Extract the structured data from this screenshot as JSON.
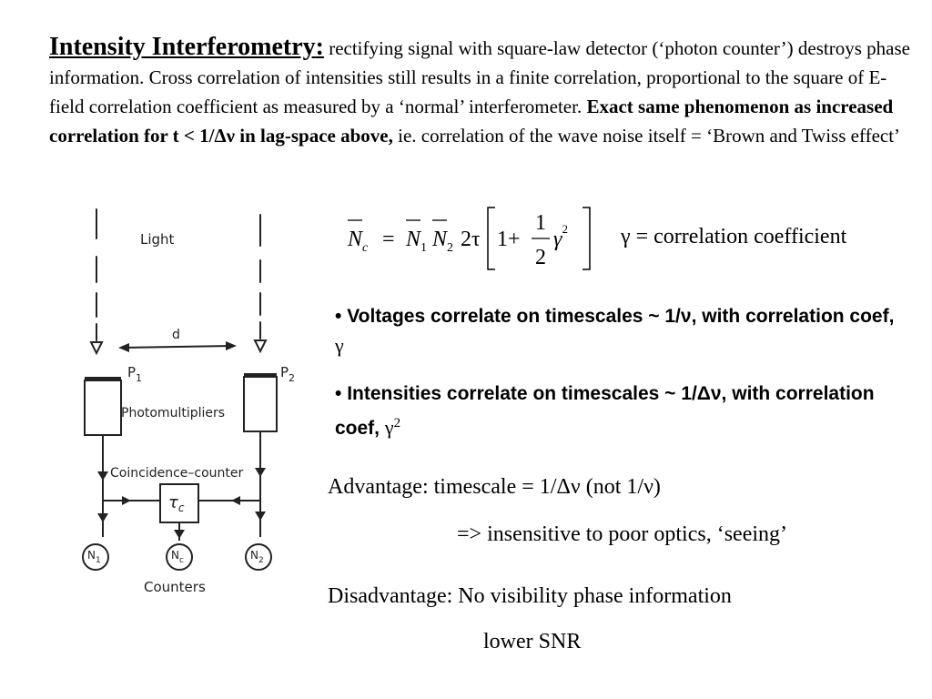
{
  "intro": {
    "title": "Intensity Interferometry",
    "title_colon": ":",
    "text1": " rectifying signal with square-law detector (‘photon counter’) destroys phase information. Cross correlation of intensities still results in a finite correlation, proportional to the square of E-field correlation coefficient as measured by a ‘normal’ interferometer. ",
    "bold_text": "Exact same phenomenon as increased correlation for t < 1/Δν in lag-space above,",
    "text2": " ie. correlation of the wave noise itself  = ‘Brown and Twiss effect’"
  },
  "diagram": {
    "light_label": "Light",
    "d_label": "d",
    "p1_label": "P",
    "p1_sub": "1",
    "p2_label": "P",
    "p2_sub": "2",
    "photomultipliers_label": "Photomultipliers",
    "coincidence_label": "Coincidence–counter",
    "tau_label": "τ",
    "tau_sub": "c",
    "n1_label": "N",
    "n1_sub": "1",
    "nc_label": "N",
    "nc_sub": "c",
    "n2_label": "N",
    "n2_sub": "2",
    "counters_label": "Counters"
  },
  "formula": {
    "lhs": "N",
    "lhs_sub": "c",
    "equals": "=",
    "n1": "N",
    "n1_sub": "1",
    "n2": "N",
    "n2_sub": "2",
    "two_tau": "2τ",
    "one_plus": "1+",
    "frac_num": "1",
    "frac_den": "2",
    "gamma": "γ",
    "gamma_exp": "2"
  },
  "gamma_definition": "γ = correlation coefficient",
  "bullets": [
    {
      "bullet": "•",
      "text": " Voltages correlate on timescales ~ 1/ν,  with correlation coef, ",
      "symbol": "γ",
      "sup": ""
    },
    {
      "bullet": "•",
      "text": " Intensities correlate on timescales ~ 1/Δν, with correlation coef, ",
      "symbol": "γ",
      "sup": "2"
    }
  ],
  "notes": {
    "advantage": "Advantage: timescale = 1/Δν   (not 1/ν)",
    "advantage_detail": "=> insensitive to poor optics, ‘seeing’",
    "disadvantage": "Disadvantage: No visibility phase information",
    "disadvantage_detail": "lower SNR"
  }
}
